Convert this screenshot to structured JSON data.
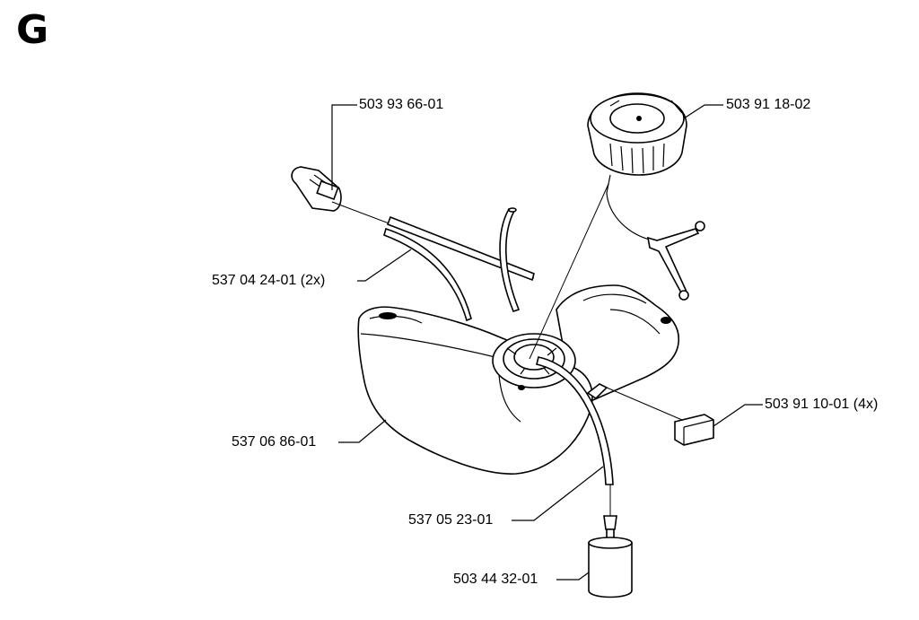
{
  "section_letter": "G",
  "parts": [
    {
      "id": "primer-bulb",
      "number": "503 93 66-01"
    },
    {
      "id": "fuel-cap",
      "number": "503 91 18-02"
    },
    {
      "id": "fuel-hose",
      "number": "537 04 24-01 (2x)"
    },
    {
      "id": "tank-damper",
      "number": "503 91 10-01 (4x)"
    },
    {
      "id": "fuel-tank",
      "number": "537 06 86-01"
    },
    {
      "id": "fuel-hose-filter",
      "number": "537 05 23-01"
    },
    {
      "id": "fuel-filter",
      "number": "503 44 32-01"
    }
  ]
}
